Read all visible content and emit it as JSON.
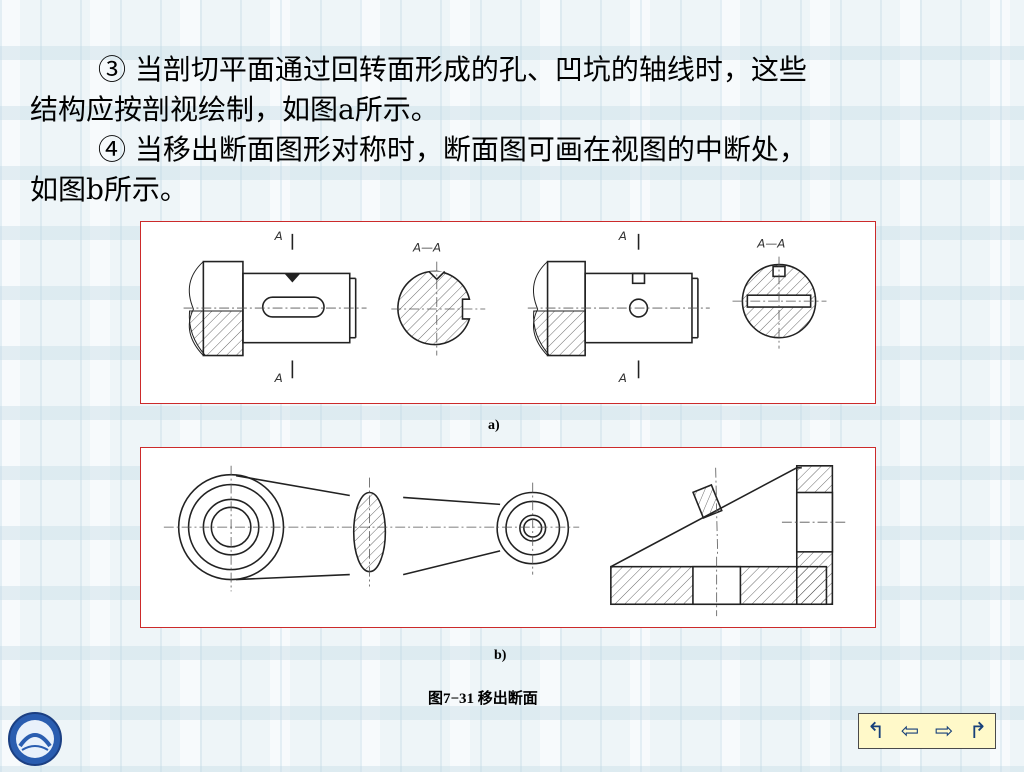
{
  "text": {
    "para1_line1": "③ 当剖切平面通过回转面形成的孔、凹坑的轴线时，这些",
    "para1_line2": "结构应按剖视绘制，如图a所示。",
    "para2_line1": "④ 当移出断面图形对称时，断面图可画在视图的中断处，",
    "para2_line2": "如图b所示。"
  },
  "figure_a": {
    "caption": "a)",
    "labels": {
      "cut_top_1": "A",
      "cut_bottom_1": "A",
      "section_1": "A—A",
      "cut_top_2": "A",
      "cut_bottom_2": "A",
      "section_2": "A—A"
    }
  },
  "figure_b": {
    "caption": "b)"
  },
  "figure_title": "图7−31  移出断面",
  "nav": {
    "back": "↰",
    "prev": "⇦",
    "next": "⇨",
    "forward": "↱"
  },
  "colors": {
    "frame": "#cc2a2a",
    "nav_bg": "#fff9c9",
    "nav_icon": "#17407a"
  }
}
